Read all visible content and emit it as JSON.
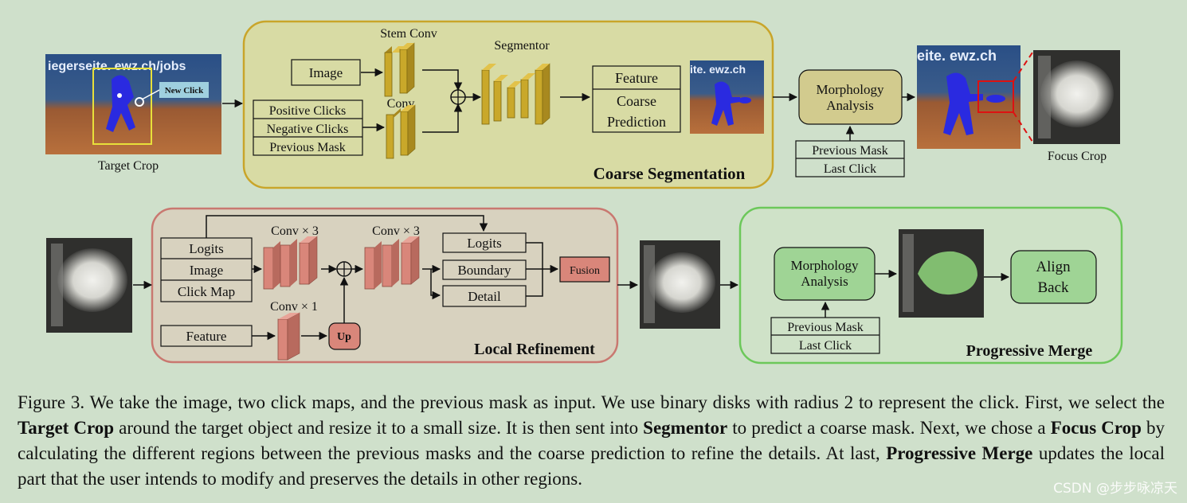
{
  "coarse": {
    "title": "Coarse Segmentation",
    "target_crop_label": "Target Crop",
    "new_click": "New Click",
    "stem_conv": "Stem Conv",
    "conv": "Conv",
    "segmentor": "Segmentor",
    "inputs": [
      "Image",
      "Positive Clicks",
      "Negative Clicks",
      "Previous Mask"
    ],
    "outputs": [
      "Feature",
      "Coarse",
      "Prediction"
    ],
    "morphology": [
      "Morphology",
      "Analysis"
    ],
    "morph_inputs": [
      "Previous Mask",
      "Last Click"
    ],
    "focus_crop_label": "Focus Crop",
    "photo_text_1": "iegerseite. ewz.ch/jobs",
    "photo_text_2": "ite. ewz.ch",
    "photo_text_3": "eite. ewz.ch"
  },
  "local": {
    "title": "Local Refinement",
    "conv3a": "Conv × 3",
    "conv3b": "Conv × 3",
    "conv1": "Conv × 1",
    "inputs": [
      "Logits",
      "Image",
      "Click Map"
    ],
    "feature": "Feature",
    "up": "Up",
    "outputs": [
      "Logits",
      "Boundary",
      "Detail"
    ],
    "fusion": "Fusion"
  },
  "merge": {
    "title": "Progressive Merge",
    "morphology": [
      "Morphology",
      "Analysis"
    ],
    "morph_inputs": [
      "Previous Mask",
      "Last Click"
    ],
    "align": [
      "Align",
      "Back"
    ]
  },
  "caption": {
    "p1": "Figure 3. We take the image, two click maps, and the previous mask as input. We use binary disks with radius 2 to represent the click. First, we select the ",
    "b1": "Target Crop",
    "p2": " around the target object and resize it to a small size. It is then sent into ",
    "b2": "Segmentor",
    "p3": " to predict a coarse mask. Next, we chose a ",
    "b3": "Focus Crop",
    "p4": " by calculating the different regions between the previous masks and the coarse prediction to refine the details. At last, ",
    "b4": "Progressive Merge",
    "p5": " updates the local part that the user intends to modify and preserves the details in other regions."
  },
  "watermark": "CSDN @步步咏凉天",
  "colors": {
    "background": "#cfe0cb",
    "coarse_panel": "#d8dba4",
    "coarse_border": "#c9a52a",
    "local_panel": "#d8d2bf",
    "local_border": "#c97870",
    "merge_panel": "#cfe2c8",
    "merge_border": "#6cc85a",
    "conv_gold": "#c9a82a",
    "conv_salmon": "#d9867a",
    "fusion": "#d9867a",
    "morph_coarse": "#d2cb8e",
    "morph_merge": "#9fd495"
  }
}
